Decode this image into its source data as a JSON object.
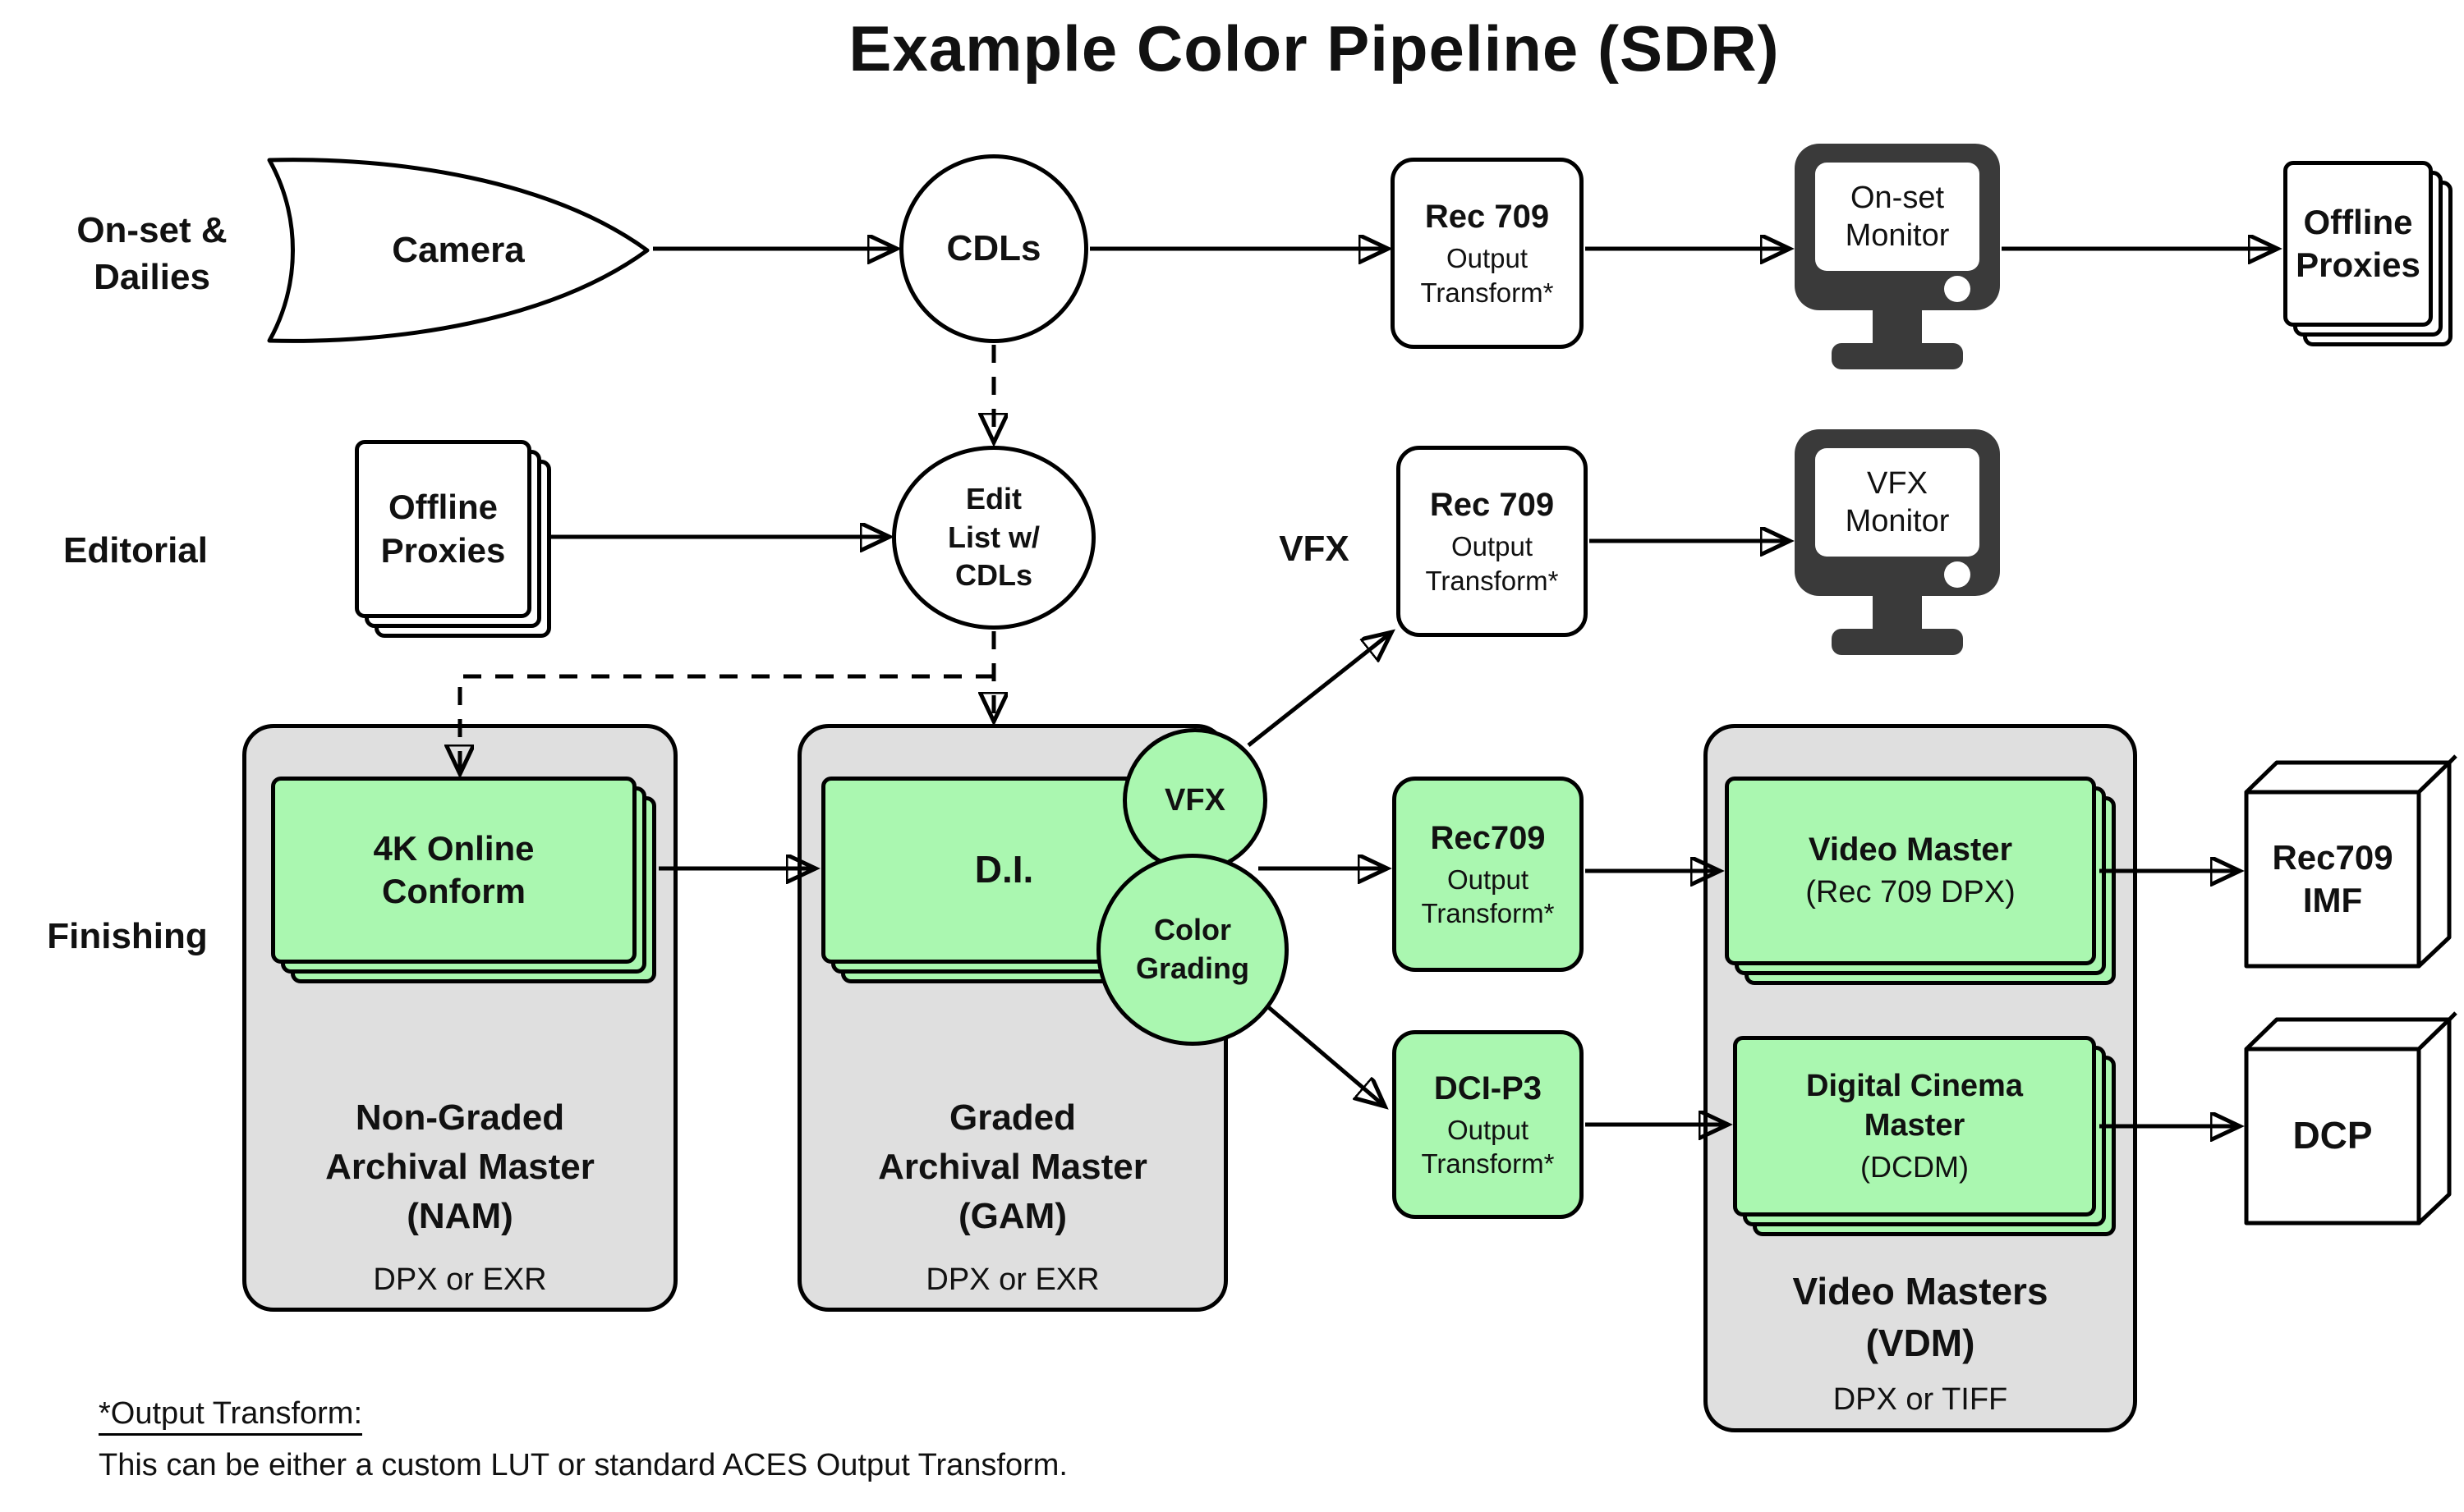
{
  "title": "Example Color Pipeline (SDR)",
  "row_labels": {
    "onset": "On-set & Dailies",
    "editorial": "Editorial",
    "finishing": "Finishing"
  },
  "nodes": {
    "camera": {
      "label": "Camera"
    },
    "cdls": {
      "label": "CDLs"
    },
    "rec709_onset": {
      "title": "Rec 709",
      "subtitle": "Output Transform*"
    },
    "onset_monitor": {
      "label": "On-set Monitor"
    },
    "offline_proxies_top": {
      "label": "Offline Proxies"
    },
    "offline_proxies_editorial": {
      "label": "Offline Proxies"
    },
    "edit_list": {
      "lines": [
        "Edit",
        "List w/",
        "CDLs"
      ]
    },
    "vfx_tag": {
      "label": "VFX"
    },
    "rec709_vfx": {
      "title": "Rec 709",
      "subtitle": "Output Transform*"
    },
    "vfx_monitor": {
      "label": "VFX Monitor"
    },
    "conform_stack": {
      "label": "4K Online Conform"
    },
    "nam": {
      "lines": [
        "Non-Graded",
        "Archival Master",
        "(NAM)"
      ],
      "format": "DPX or EXR"
    },
    "di_stack": {
      "label": "D.I."
    },
    "gam": {
      "lines": [
        "Graded",
        "Archival Master",
        "(GAM)"
      ],
      "format": "DPX or EXR"
    },
    "vfx_circle": {
      "label": "VFX"
    },
    "color_grading": {
      "label": "Color Grading"
    },
    "rec709_ot": {
      "title": "Rec709",
      "subtitle": "Output Transform*"
    },
    "dcip3_ot": {
      "title": "DCI-P3",
      "subtitle": "Output Transform*"
    },
    "video_master": {
      "title": "Video Master",
      "subtitle": "(Rec 709 DPX)"
    },
    "dcm": {
      "title": "Digital Cinema Master",
      "subtitle": "(DCDM)"
    },
    "vdm": {
      "lines": [
        "Video Masters",
        "(VDM)"
      ],
      "format": "DPX or TIFF"
    },
    "rec709_imf": {
      "label": "Rec709 IMF"
    },
    "dcp": {
      "label": "DCP"
    }
  },
  "footnote": {
    "heading": "*Output Transform:",
    "body": "This can be either a custom LUT or standard ACES Output Transform."
  },
  "colors": {
    "green": "#aaf7b0",
    "gray": "#dfdfdf",
    "monitor_dark": "#3a3a3a",
    "stroke": "#000000"
  }
}
